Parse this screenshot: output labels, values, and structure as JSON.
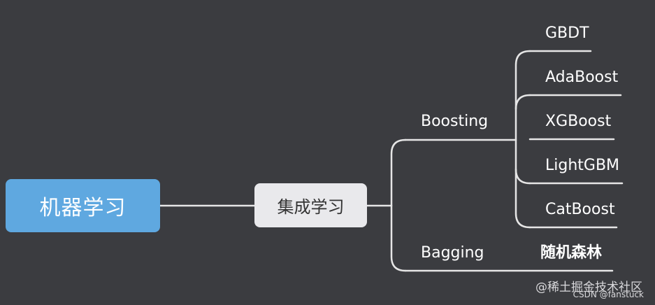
{
  "root": {
    "label": "机器学习"
  },
  "branch": {
    "label": "集成学习"
  },
  "groups": [
    {
      "label": "Boosting",
      "children": [
        "GBDT",
        "AdaBoost",
        "XGBoost",
        "LightGBM",
        "CatBoost"
      ]
    },
    {
      "label": "Bagging",
      "children": [
        "随机森林"
      ]
    }
  ],
  "watermark": {
    "line1": "@稀土掘金技术社区",
    "line2": "CSDN @fanstuck"
  },
  "colors": {
    "background": "#3b3c40",
    "root_fill": "#5fa8e0",
    "branch_fill": "#e9e9ec",
    "line": "#e6e6e6"
  }
}
